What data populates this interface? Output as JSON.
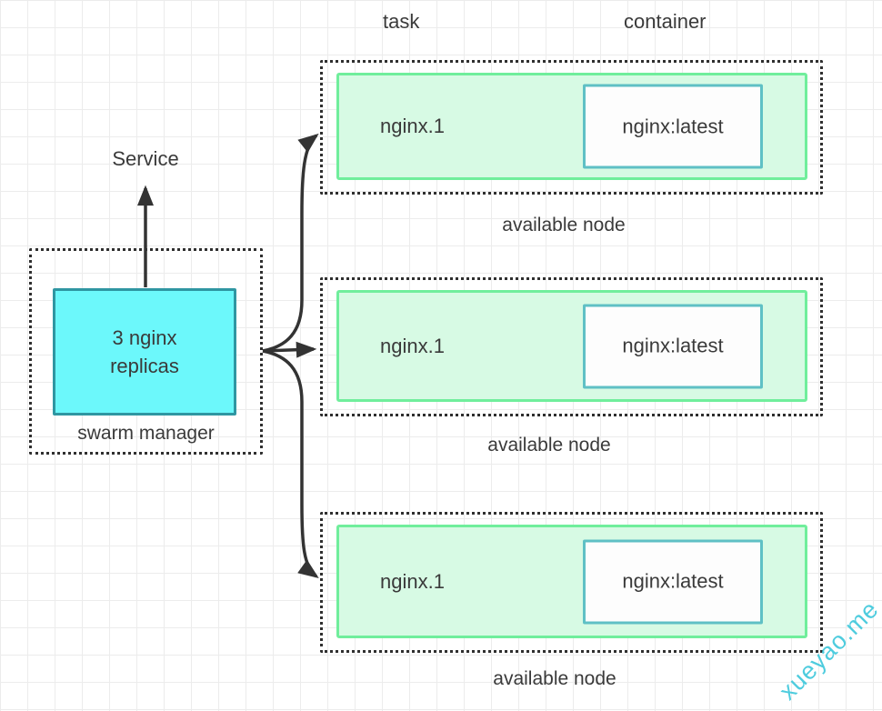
{
  "diagram_labels": {
    "task": "task",
    "container": "container",
    "service": "Service"
  },
  "manager": {
    "line1": "3 nginx",
    "line2": "replicas",
    "caption": "swarm manager"
  },
  "nodes": [
    {
      "task_name": "nginx.1",
      "container_name": "nginx:latest",
      "caption": "available node"
    },
    {
      "task_name": "nginx.1",
      "container_name": "nginx:latest",
      "caption": "available node"
    },
    {
      "task_name": "nginx.1",
      "container_name": "nginx:latest",
      "caption": "available node"
    }
  ],
  "watermark": "xueyao.me",
  "colors": {
    "manager_fill": "#6cf8fb",
    "manager_border": "#2f96a2",
    "node_fill": "#d7fae4",
    "node_border": "#70ee9c",
    "container_fill": "#fdfdfd",
    "container_border": "#5fc0c5",
    "arrow_color": "#333333",
    "dashed_border": "#2f2f2f",
    "text_color": "#3a3a3a",
    "grid_line": "#ececec",
    "watermark_color": "#3bc7db"
  }
}
